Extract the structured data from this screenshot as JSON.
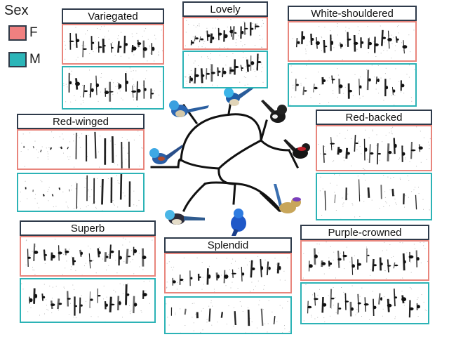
{
  "legend": {
    "title": "Sex",
    "items": [
      {
        "key": "F",
        "label": "F",
        "color": "#f08080"
      },
      {
        "key": "M",
        "label": "M",
        "color": "#2bb5b8"
      }
    ]
  },
  "species": [
    {
      "id": "variegated",
      "label": "Variegated"
    },
    {
      "id": "lovely",
      "label": "Lovely"
    },
    {
      "id": "white-shouldered",
      "label": "White-shouldered"
    },
    {
      "id": "red-winged",
      "label": "Red-winged"
    },
    {
      "id": "red-backed",
      "label": "Red-backed"
    },
    {
      "id": "superb",
      "label": "Superb"
    },
    {
      "id": "splendid",
      "label": "Splendid"
    },
    {
      "id": "purple-crowned",
      "label": "Purple-crowned"
    }
  ],
  "colors": {
    "female_border": "#e8857c",
    "male_border": "#2cb3b6",
    "title_border": "#2e3a4a",
    "tree_stroke": "#111111"
  }
}
